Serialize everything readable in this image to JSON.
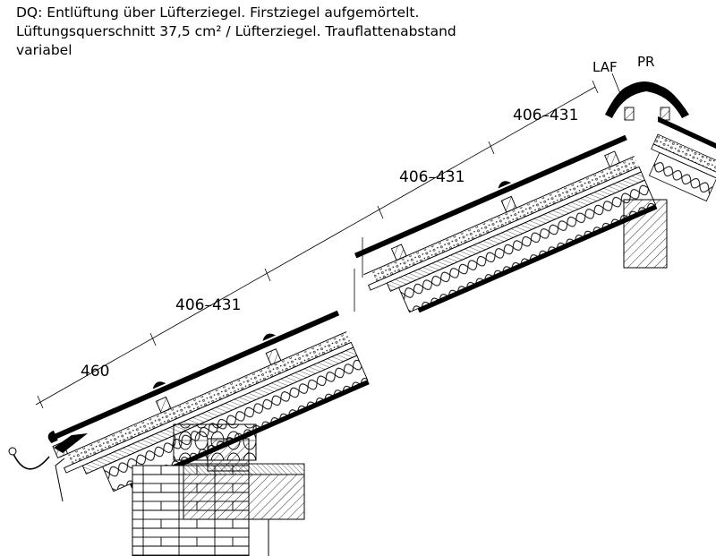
{
  "caption": {
    "line1": "DQ: Entlüftung über Lüfterziegel. Firstziegel aufgemörtelt.",
    "line2": "Lüftungsquerschnitt 37,5 cm² / Lüfterziegel. Trauflattenabstand",
    "line3": "variabel"
  },
  "dimensions": {
    "d1": "460",
    "d2": "406–431",
    "d3": "406–431",
    "d4": "406–431"
  },
  "labels": {
    "laf": "LAF",
    "pr": "PR"
  }
}
